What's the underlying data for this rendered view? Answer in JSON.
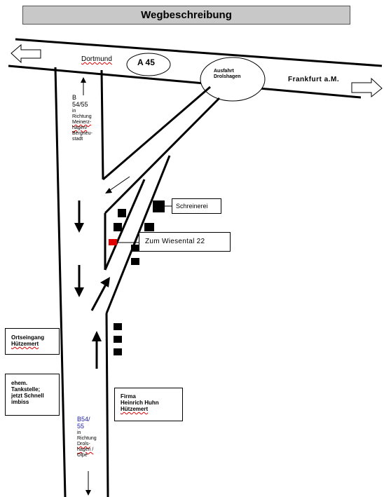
{
  "title": "Wegbeschreibung",
  "road_labels": {
    "dortmund": "Dortmund",
    "a45": "A 45",
    "exit_line1": "Ausfahrt",
    "exit_line2": "Drolshagen",
    "frankfurt": "Frankfurt a.M."
  },
  "b54_north": {
    "b": "B",
    "num": "54/55",
    "in": "in",
    "richtung": "Richtung",
    "l1": "Meinerz-",
    "l2": "hagen/",
    "l3": "Bergneu-",
    "l4": "stadt"
  },
  "b54_south": {
    "num1": "B54/",
    "num2": "55",
    "in": "in",
    "richtung": "Richtung",
    "l1": "Drols-",
    "l2": "hagen /",
    "l3": "Olpe"
  },
  "boxes": {
    "schreinerei": "Schreinerei",
    "address": "Zum Wiesental 22",
    "ortseingang1": "Ortseingang",
    "ortseingang2": "Hützemert",
    "tank1": "ehem.",
    "tank2": "Tankstelle;",
    "tank3": "jetzt Schnell",
    "tank4": "imbiss",
    "firma1": "Firma",
    "firma2": "Heinrich Huhn",
    "firma3": "Hützemert"
  },
  "colors": {
    "destination": "#e00000",
    "title_bg": "#c8c8c8",
    "blue_text": "#1a1aa0"
  }
}
